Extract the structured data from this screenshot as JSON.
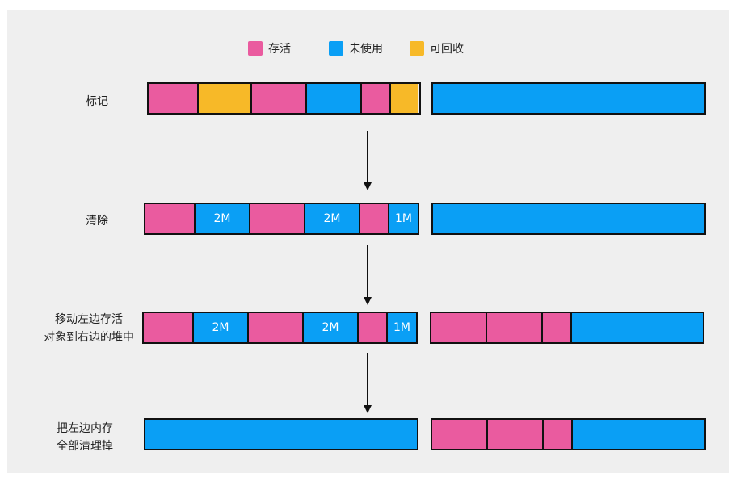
{
  "colors": {
    "live": "#ea5b9f",
    "unused": "#0a9ff5",
    "reclaimable": "#f7b928"
  },
  "legend": [
    {
      "label": "存活",
      "color": "#ea5b9f"
    },
    {
      "label": "未使用",
      "color": "#0a9ff5"
    },
    {
      "label": "可回收",
      "color": "#f7b928"
    }
  ],
  "rows": [
    {
      "label": "标记",
      "left_bar": [
        {
          "type": "live",
          "text": ""
        },
        {
          "type": "reclaimable",
          "text": ""
        },
        {
          "type": "live",
          "text": ""
        },
        {
          "type": "unused",
          "text": ""
        },
        {
          "type": "live",
          "text": ""
        },
        {
          "type": "reclaimable",
          "text": ""
        }
      ],
      "right_bar": [
        {
          "type": "unused",
          "text": ""
        }
      ]
    },
    {
      "label": "清除",
      "left_bar": [
        {
          "type": "live",
          "text": ""
        },
        {
          "type": "unused",
          "text": "2M"
        },
        {
          "type": "live",
          "text": ""
        },
        {
          "type": "unused",
          "text": "2M"
        },
        {
          "type": "live",
          "text": ""
        },
        {
          "type": "unused",
          "text": "1M"
        }
      ],
      "right_bar": [
        {
          "type": "unused",
          "text": ""
        }
      ]
    },
    {
      "label": "移动左边存活\n对象到右边的堆中",
      "left_bar": [
        {
          "type": "live",
          "text": ""
        },
        {
          "type": "unused",
          "text": "2M"
        },
        {
          "type": "live",
          "text": ""
        },
        {
          "type": "unused",
          "text": "2M"
        },
        {
          "type": "live",
          "text": ""
        },
        {
          "type": "unused",
          "text": "1M"
        }
      ],
      "right_bar": [
        {
          "type": "live",
          "text": ""
        },
        {
          "type": "live",
          "text": ""
        },
        {
          "type": "live",
          "text": ""
        },
        {
          "type": "unused",
          "text": ""
        }
      ]
    },
    {
      "label": "把左边内存\n全部清理掉",
      "left_bar": [
        {
          "type": "unused",
          "text": ""
        }
      ],
      "right_bar": [
        {
          "type": "live",
          "text": ""
        },
        {
          "type": "live",
          "text": ""
        },
        {
          "type": "live",
          "text": ""
        },
        {
          "type": "unused",
          "text": ""
        }
      ]
    }
  ]
}
